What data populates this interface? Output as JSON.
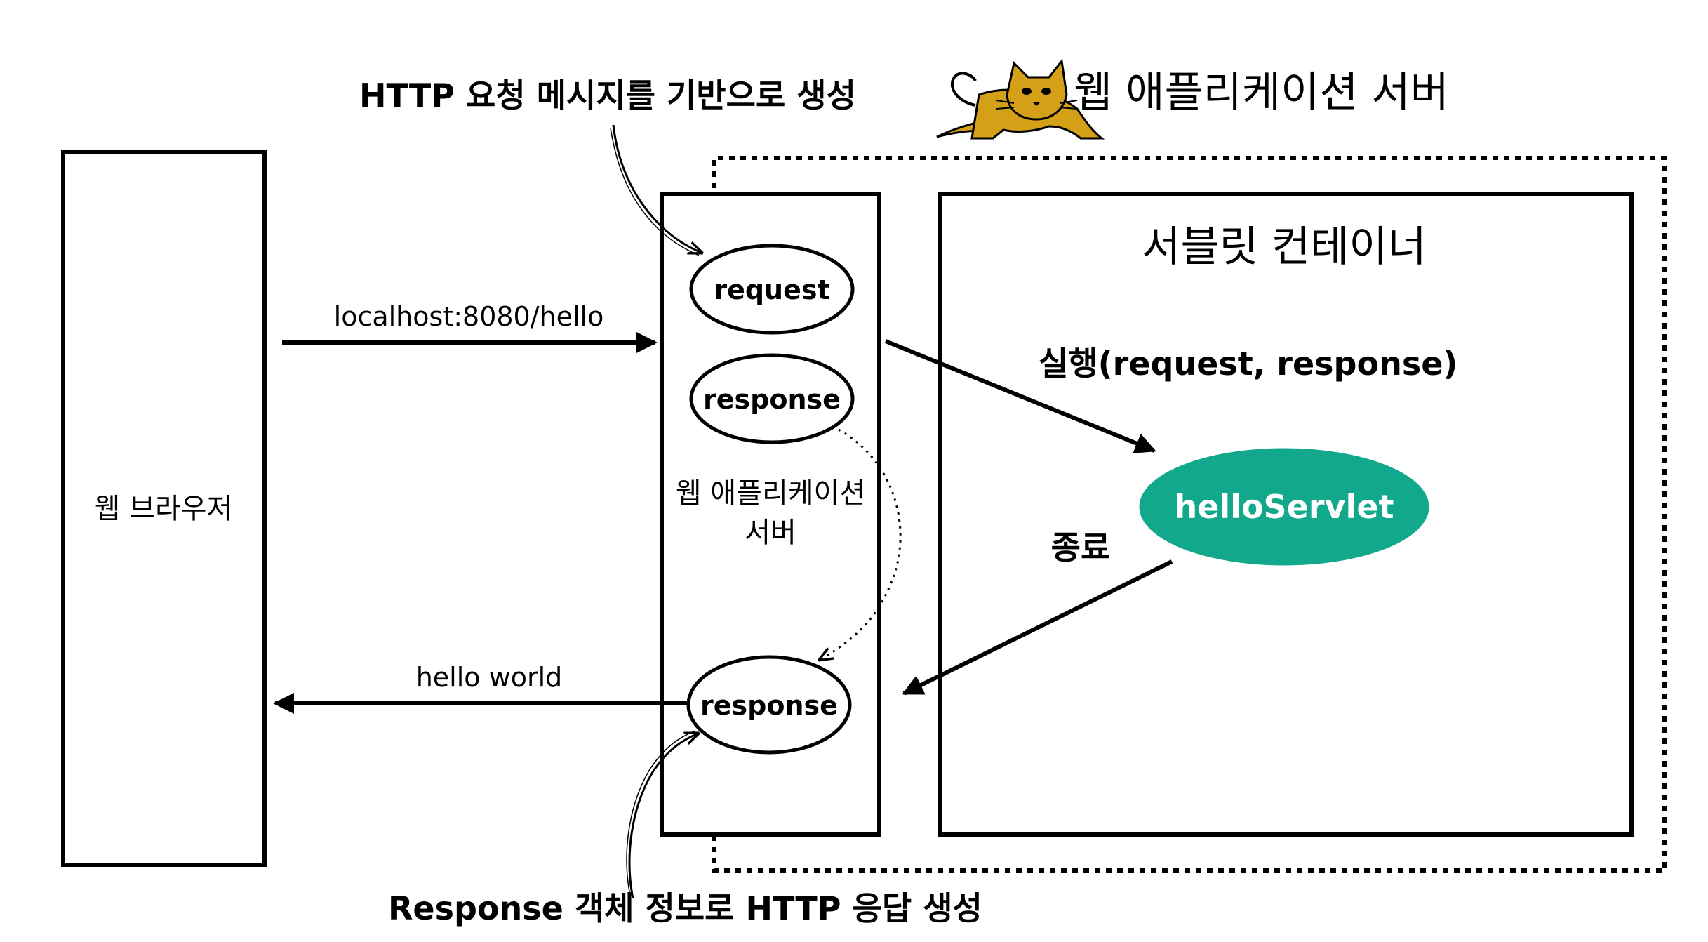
{
  "diagram": {
    "server_title": "웹 애플리케이션 서버",
    "browser_label": "웹 브라우저",
    "request_message_note": "HTTP 요청 메시지를 기반으로 생성",
    "response_message_note": "Response 객체 정보로 HTTP 응답 생성",
    "request_url": "localhost:8080/hello",
    "response_body": "hello world",
    "request_object": "request",
    "response_object": "response",
    "response_object_returned": "response",
    "was_label_line1": "웹 애플리케이션",
    "was_label_line2": "서버",
    "container_title": "서블릿 컨테이너",
    "execute_label": "실행(request, response)",
    "servlet_name": "helloServlet",
    "finish_label": "종료",
    "tomcat_icon": "tomcat-cat-icon"
  },
  "colors": {
    "servlet_fill": "#12a88b",
    "line": "#000000",
    "tomcat_body": "#d4a017"
  }
}
